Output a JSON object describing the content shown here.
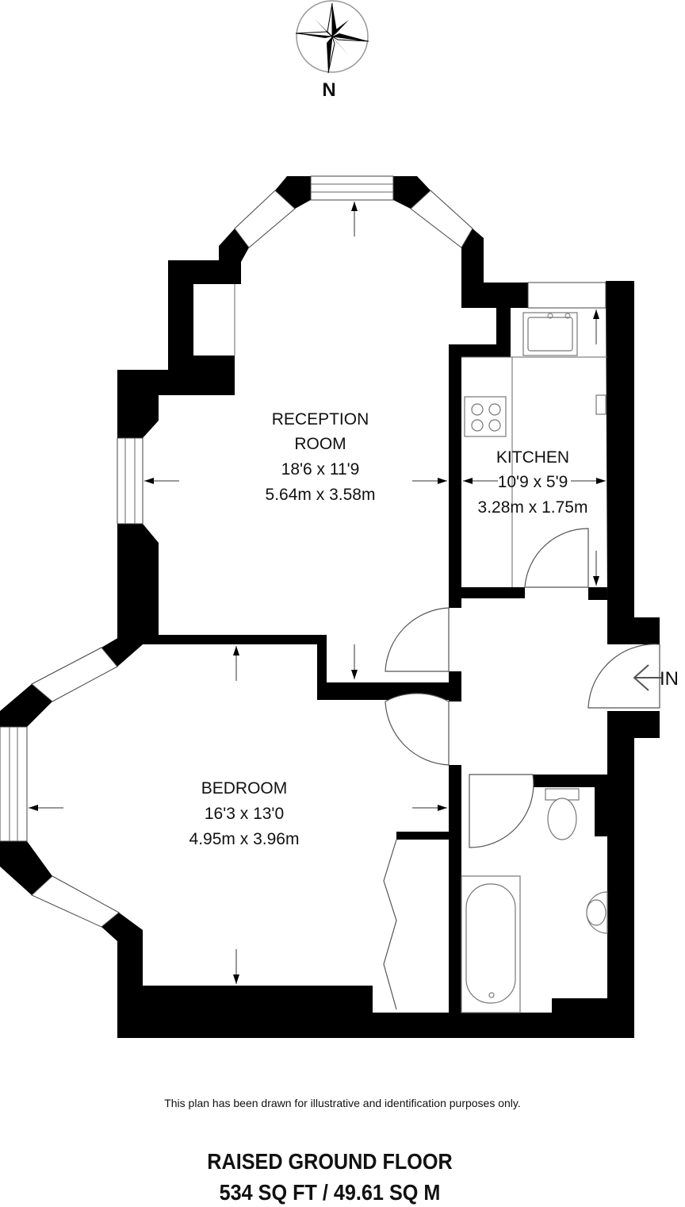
{
  "compass": {
    "north_label": "N"
  },
  "rooms": [
    {
      "id": "reception",
      "name_lines": [
        "RECEPTION",
        "ROOM"
      ],
      "imperial": "18'6 x 11'9",
      "metric": "5.64m x 3.58m"
    },
    {
      "id": "kitchen",
      "name_lines": [
        "KITCHEN"
      ],
      "imperial": "10'9 x 5'9",
      "metric": "3.28m x 1.75m"
    },
    {
      "id": "bedroom",
      "name_lines": [
        "BEDROOM"
      ],
      "imperial": "16'3 x 13'0",
      "metric": "4.95m x 3.96m"
    }
  ],
  "entrance_label": "IN",
  "disclaimer": "This plan has been drawn for illustrative and identification purposes only.",
  "floor": {
    "title": "RAISED GROUND FLOOR",
    "area": "534 SQ FT / 49.61 SQ M"
  }
}
